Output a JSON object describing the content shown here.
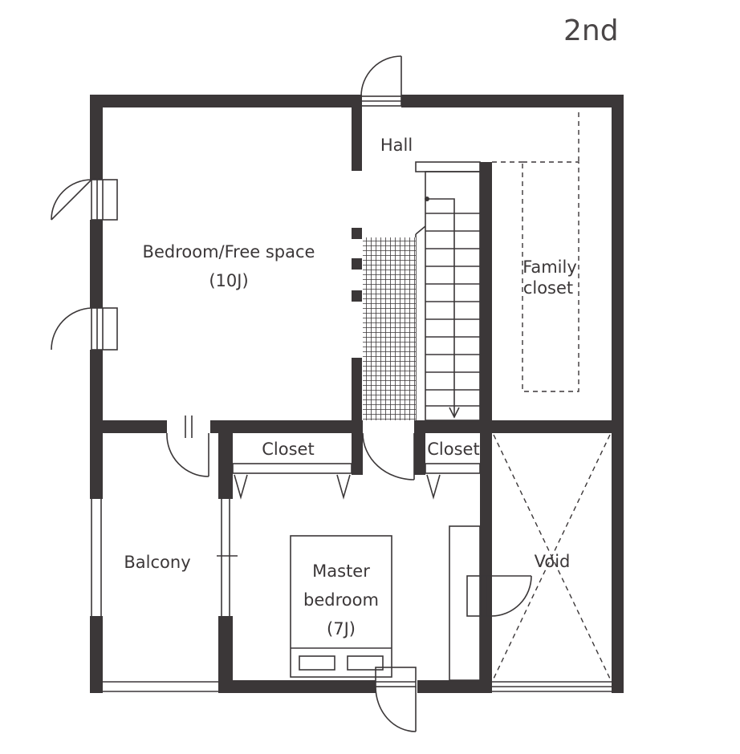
{
  "floor_label": "2nd",
  "rooms": {
    "bedroom_free": {
      "name": "Bedroom/Free space",
      "size": "(10J)"
    },
    "hall": {
      "name": "Hall"
    },
    "family_closet": {
      "line1": "Family",
      "line2": "closet"
    },
    "closet_left": {
      "name": "Closet"
    },
    "closet_right": {
      "name": "Closet"
    },
    "balcony": {
      "name": "Balcony"
    },
    "master": {
      "line1": "Master",
      "line2": "bedroom",
      "size": "(7J)"
    },
    "void": {
      "name": "Void"
    }
  },
  "colors": {
    "wall": "#3b3738",
    "background": "#ffffff"
  }
}
